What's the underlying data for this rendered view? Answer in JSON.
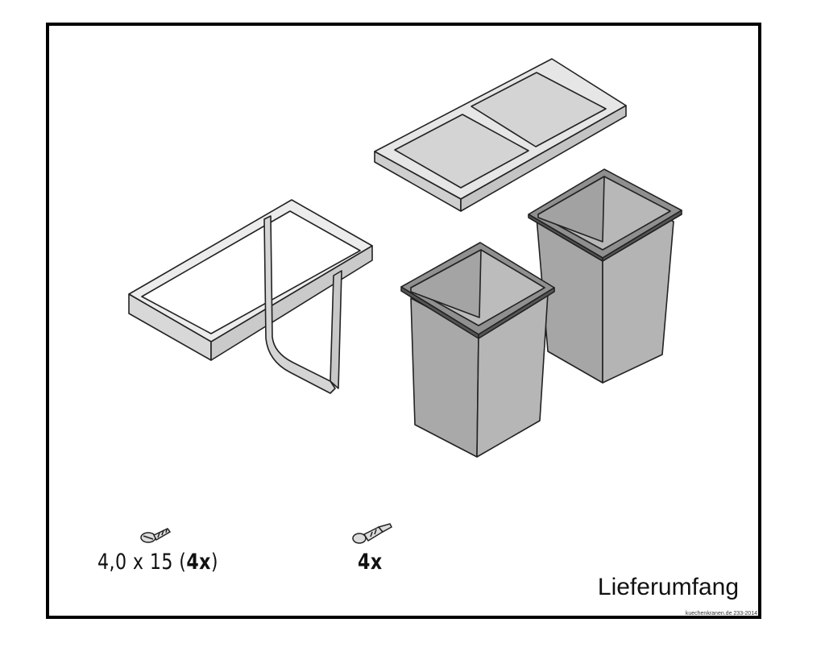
{
  "title": "Lieferumfang",
  "parts": {
    "screw": {
      "size": "4,0 x 15",
      "qty": "4x",
      "icon": "screw-icon"
    },
    "dowel": {
      "qty": "4x",
      "icon": "dowel-icon"
    }
  },
  "footnote": "kuechenkranen.de 233-2014",
  "colors": {
    "line": "#222222",
    "frame_fill": "#e9e9e9",
    "bin_fill": "#b0b0b0",
    "bin_dark": "#9c9c9c",
    "lid_fill": "#d2d2d2"
  }
}
